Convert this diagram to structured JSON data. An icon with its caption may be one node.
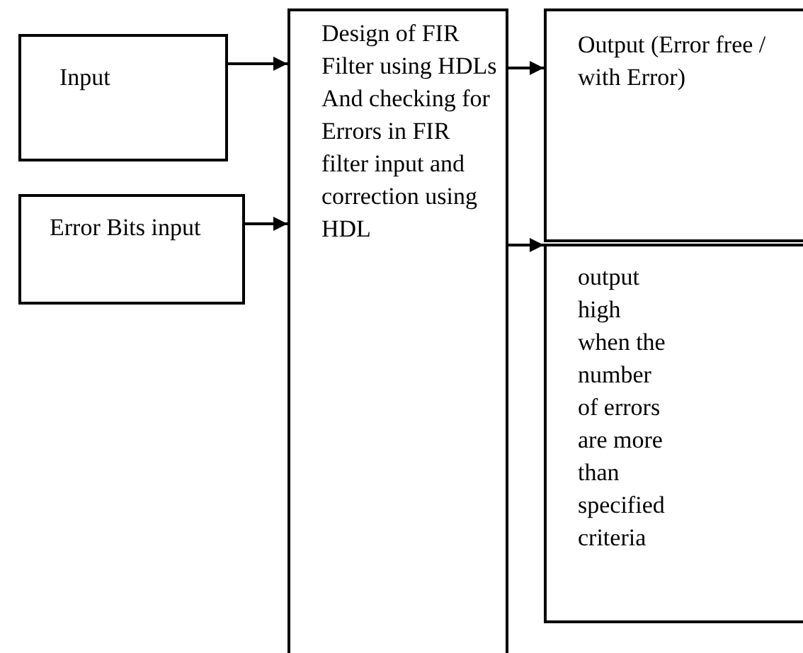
{
  "diagram": {
    "nodes": [
      {
        "text": [
          "Input"
        ]
      },
      {
        "text": [
          "Error Bits input"
        ]
      },
      {
        "text": [
          "Design of FIR Filter using HDLs And checking for Errors in FIR filter input and correction using HDL"
        ]
      },
      {
        "text": [
          "Output (Error free / with Error)"
        ]
      },
      {
        "text": [
          "output high when the number of errors are more than specified criteria"
        ]
      }
    ],
    "edges": [
      {
        "from": 0,
        "to": 2,
        "arrow": "to"
      },
      {
        "from": 1,
        "to": 2,
        "arrow": "to"
      },
      {
        "from": 2,
        "to": 3,
        "arrow": "to"
      },
      {
        "from": 2,
        "to": 4,
        "arrow": "to"
      }
    ]
  }
}
